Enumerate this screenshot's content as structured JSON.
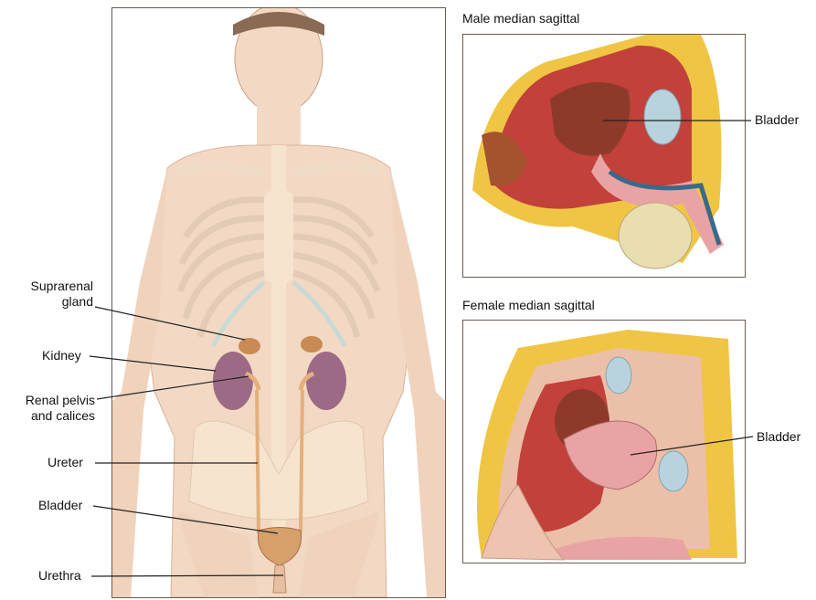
{
  "panels": {
    "male_title": "Male median sagittal",
    "female_title": "Female median sagittal"
  },
  "labels": {
    "suprarenal_line1": "Suprarenal",
    "suprarenal_line2": "gland",
    "kidney": "Kidney",
    "renal_line1": "Renal pelvis",
    "renal_line2": "and calices",
    "ureter": "Ureter",
    "bladder": "Bladder",
    "urethra": "Urethra",
    "male_bladder": "Bladder",
    "female_bladder": "Bladder"
  },
  "colors": {
    "skin": "#f3d9c4",
    "skin_shade": "#e7bfa2",
    "bone": "#f6e4cf",
    "cartilage": "#bfd9d9",
    "kidney": "#9d6a86",
    "suprarenal": "#c98a53",
    "ureter": "#e3b07d",
    "bladder": "#d6a06a",
    "tissue_red": "#c2413a",
    "fat_yellow": "#f0c544",
    "organ_pink": "#e9a3a5",
    "bladder_blue": "#b8d3de"
  }
}
